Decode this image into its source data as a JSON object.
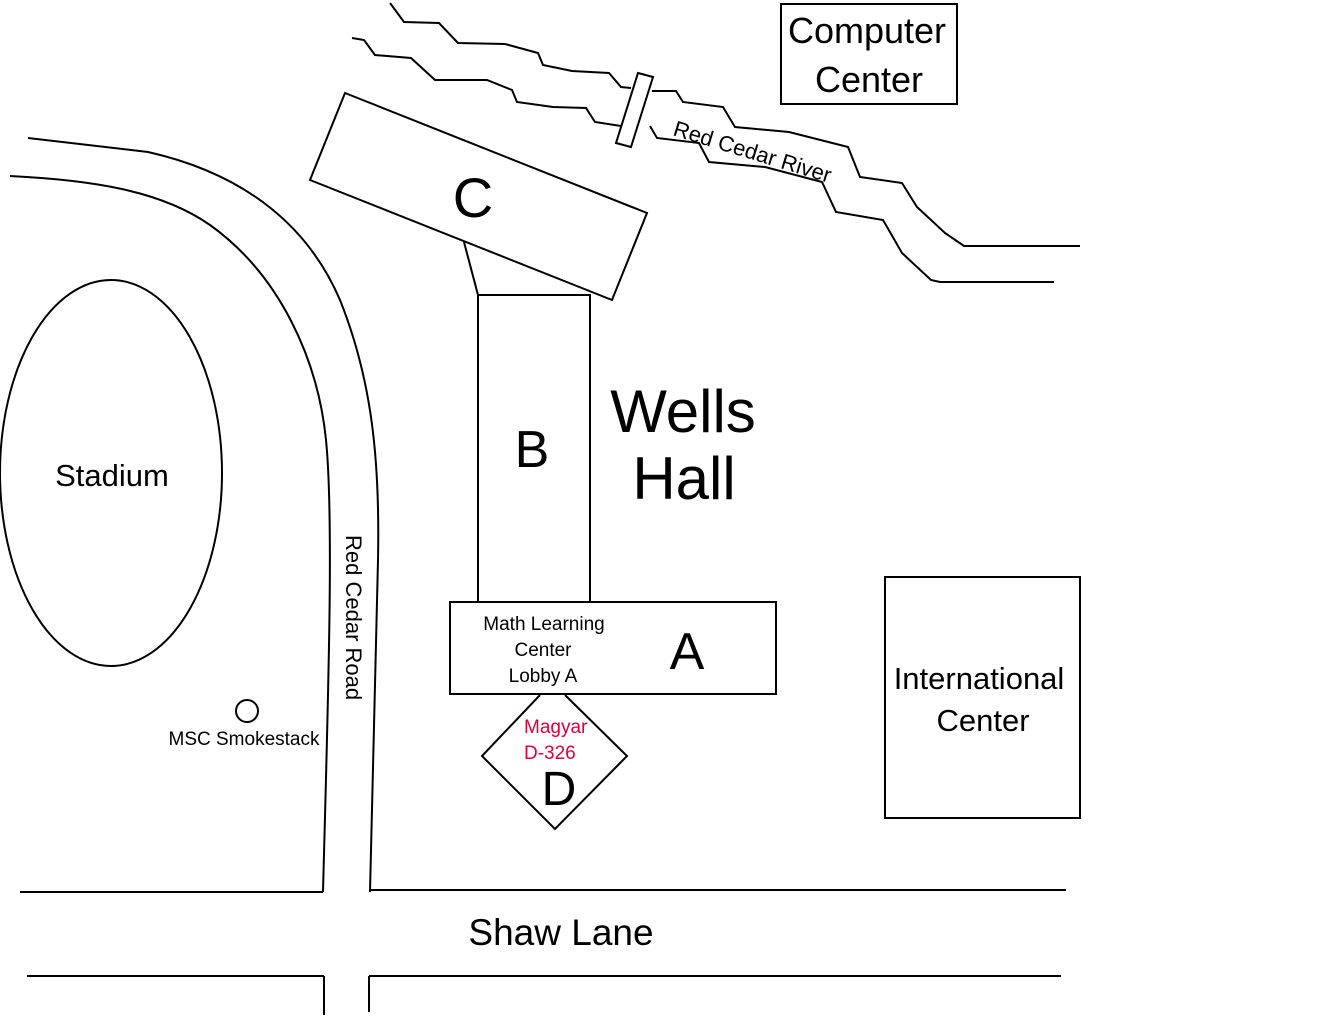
{
  "map": {
    "buildings": {
      "computer_center": [
        "Computer",
        "Center"
      ],
      "wing_c": "C",
      "wing_b": "B",
      "wells_hall": [
        "Wells",
        "Hall"
      ],
      "wing_a": "A",
      "math_learning_center": [
        "Math Learning",
        "Center",
        "Lobby A"
      ],
      "wing_d": "D",
      "office": [
        "Magyar",
        "D-326"
      ],
      "international_center": [
        "International",
        "Center"
      ],
      "stadium": "Stadium"
    },
    "landmarks": {
      "smokestack": "MSC Smokestack"
    },
    "roads": {
      "river": "Red Cedar River",
      "red_cedar_road": "Red Cedar Road",
      "shaw_lane": "Shaw Lane"
    },
    "colors": {
      "highlight": "#e0003c"
    }
  }
}
